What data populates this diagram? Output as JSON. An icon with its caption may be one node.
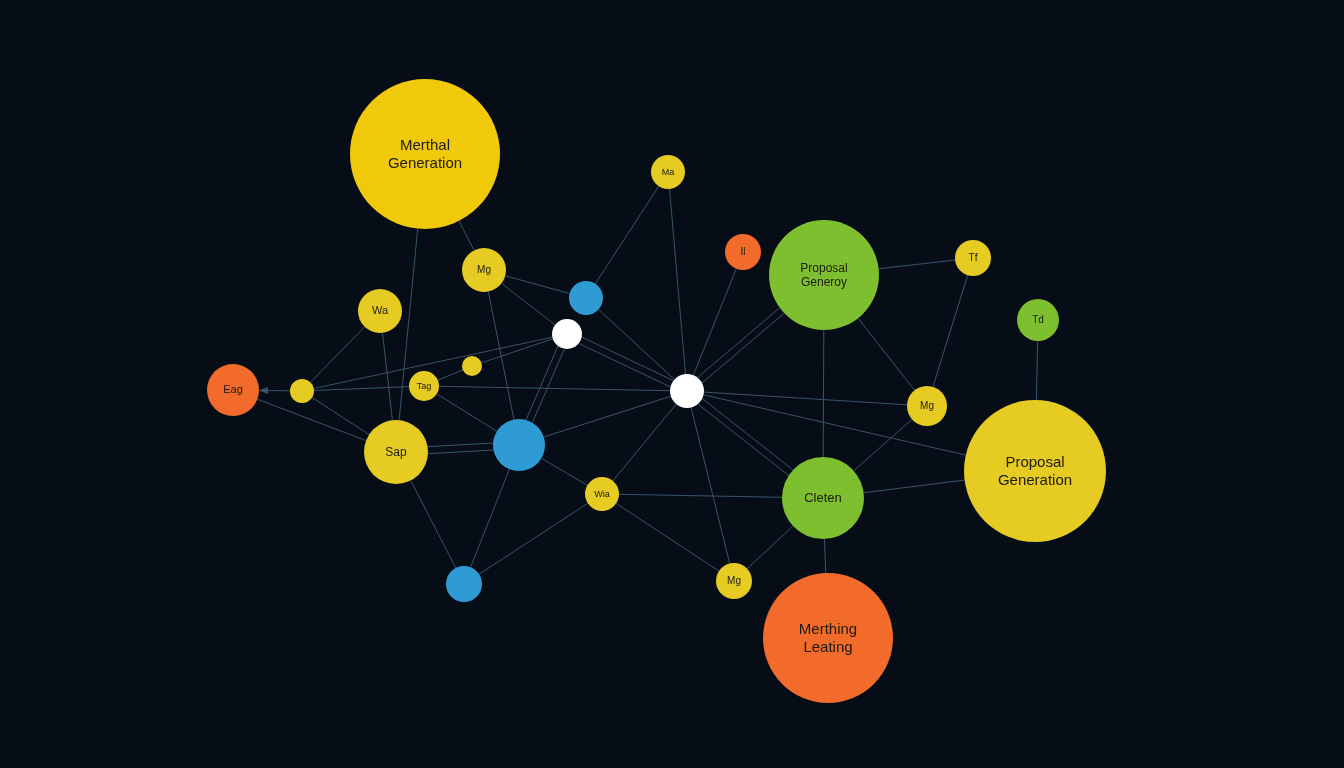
{
  "diagram": {
    "nodes": [
      {
        "text": [
          "Merthal Generation"
        ]
      },
      {
        "text": [
          "Ma"
        ]
      },
      {
        "text": [
          "Il"
        ]
      },
      {
        "text": [
          "Proposal Generoy"
        ]
      },
      {
        "text": [
          "Tf"
        ]
      },
      {
        "text": [
          "Mg"
        ]
      },
      {
        "text": [
          "Wa"
        ]
      },
      {
        "text": [],
        "shape": "circle"
      },
      {
        "text": [
          "Td"
        ]
      },
      {
        "text": [],
        "shape": "circle"
      },
      {
        "text": [],
        "shape": "circle"
      },
      {
        "text": [
          "Eag"
        ]
      },
      {
        "text": [],
        "shape": "circle"
      },
      {
        "text": [
          "Tag"
        ]
      },
      {
        "text": [],
        "shape": "circle"
      },
      {
        "text": [
          "Mg"
        ]
      },
      {
        "text": [],
        "shape": "circle"
      },
      {
        "text": [
          "Sap"
        ]
      },
      {
        "text": [
          "Proposal Generation"
        ]
      },
      {
        "text": [
          "Wia"
        ]
      },
      {
        "text": [
          "Cleten"
        ]
      },
      {
        "text": [],
        "shape": "circle"
      },
      {
        "text": [
          "Mg"
        ]
      },
      {
        "text": [
          "Merthing Leating"
        ]
      }
    ],
    "edges": [
      {
        "from": 0,
        "to": 17,
        "arrow": "none"
      },
      {
        "from": 0,
        "to": 5,
        "arrow": "none"
      },
      {
        "from": 5,
        "to": 7,
        "arrow": "none"
      },
      {
        "from": 5,
        "to": 9,
        "arrow": "none"
      },
      {
        "from": 5,
        "to": 16,
        "arrow": "none"
      },
      {
        "from": 6,
        "to": 17,
        "arrow": "none"
      },
      {
        "from": 6,
        "to": 12,
        "arrow": "none"
      },
      {
        "from": 12,
        "to": 11,
        "arrow": "to"
      },
      {
        "from": 11,
        "to": 17,
        "arrow": "none"
      },
      {
        "from": 12,
        "to": 17,
        "arrow": "none"
      },
      {
        "from": 12,
        "to": 13,
        "arrow": "none"
      },
      {
        "from": 13,
        "to": 14,
        "arrow": "none"
      },
      {
        "from": 12,
        "to": 9,
        "arrow": "none"
      },
      {
        "from": 13,
        "to": 10,
        "arrow": "none"
      },
      {
        "from": 10,
        "to": 9,
        "arrow": "none"
      },
      {
        "from": 17,
        "to": 16,
        "arrow": "none"
      },
      {
        "from": 17,
        "to": 16,
        "arrow": "none"
      },
      {
        "from": 13,
        "to": 16,
        "arrow": "none"
      },
      {
        "from": 16,
        "to": 9,
        "arrow": "none"
      },
      {
        "from": 16,
        "to": 9,
        "arrow": "none"
      },
      {
        "from": 16,
        "to": 14,
        "arrow": "none"
      },
      {
        "from": 16,
        "to": 19,
        "arrow": "none"
      },
      {
        "from": 16,
        "to": 21,
        "arrow": "none"
      },
      {
        "from": 17,
        "to": 21,
        "arrow": "none"
      },
      {
        "from": 21,
        "to": 19,
        "arrow": "none"
      },
      {
        "from": 19,
        "to": 14,
        "arrow": "none"
      },
      {
        "from": 19,
        "to": 20,
        "arrow": "none"
      },
      {
        "from": 19,
        "to": 22,
        "arrow": "none"
      },
      {
        "from": 14,
        "to": 22,
        "arrow": "none"
      },
      {
        "from": 14,
        "to": 20,
        "arrow": "none"
      },
      {
        "from": 14,
        "to": 20,
        "arrow": "none"
      },
      {
        "from": 14,
        "to": 18,
        "arrow": "none"
      },
      {
        "from": 14,
        "to": 15,
        "arrow": "none"
      },
      {
        "from": 22,
        "to": 20,
        "arrow": "none"
      },
      {
        "from": 20,
        "to": 23,
        "arrow": "none"
      },
      {
        "from": 3,
        "to": 20,
        "arrow": "none"
      },
      {
        "from": 20,
        "to": 15,
        "arrow": "none"
      },
      {
        "from": 20,
        "to": 18,
        "arrow": "none"
      },
      {
        "from": 3,
        "to": 15,
        "arrow": "none"
      },
      {
        "from": 3,
        "to": 4,
        "arrow": "none"
      },
      {
        "from": 4,
        "to": 15,
        "arrow": "none"
      },
      {
        "from": 8,
        "to": 18,
        "arrow": "none"
      },
      {
        "from": 14,
        "to": 3,
        "arrow": "none"
      },
      {
        "from": 14,
        "to": 3,
        "arrow": "none"
      },
      {
        "from": 14,
        "to": 2,
        "arrow": "none"
      },
      {
        "from": 14,
        "to": 1,
        "arrow": "none"
      },
      {
        "from": 1,
        "to": 7,
        "arrow": "none"
      },
      {
        "from": 7,
        "to": 14,
        "arrow": "none"
      },
      {
        "from": 9,
        "to": 14,
        "arrow": "none"
      },
      {
        "from": 9,
        "to": 14,
        "arrow": "none"
      }
    ]
  }
}
